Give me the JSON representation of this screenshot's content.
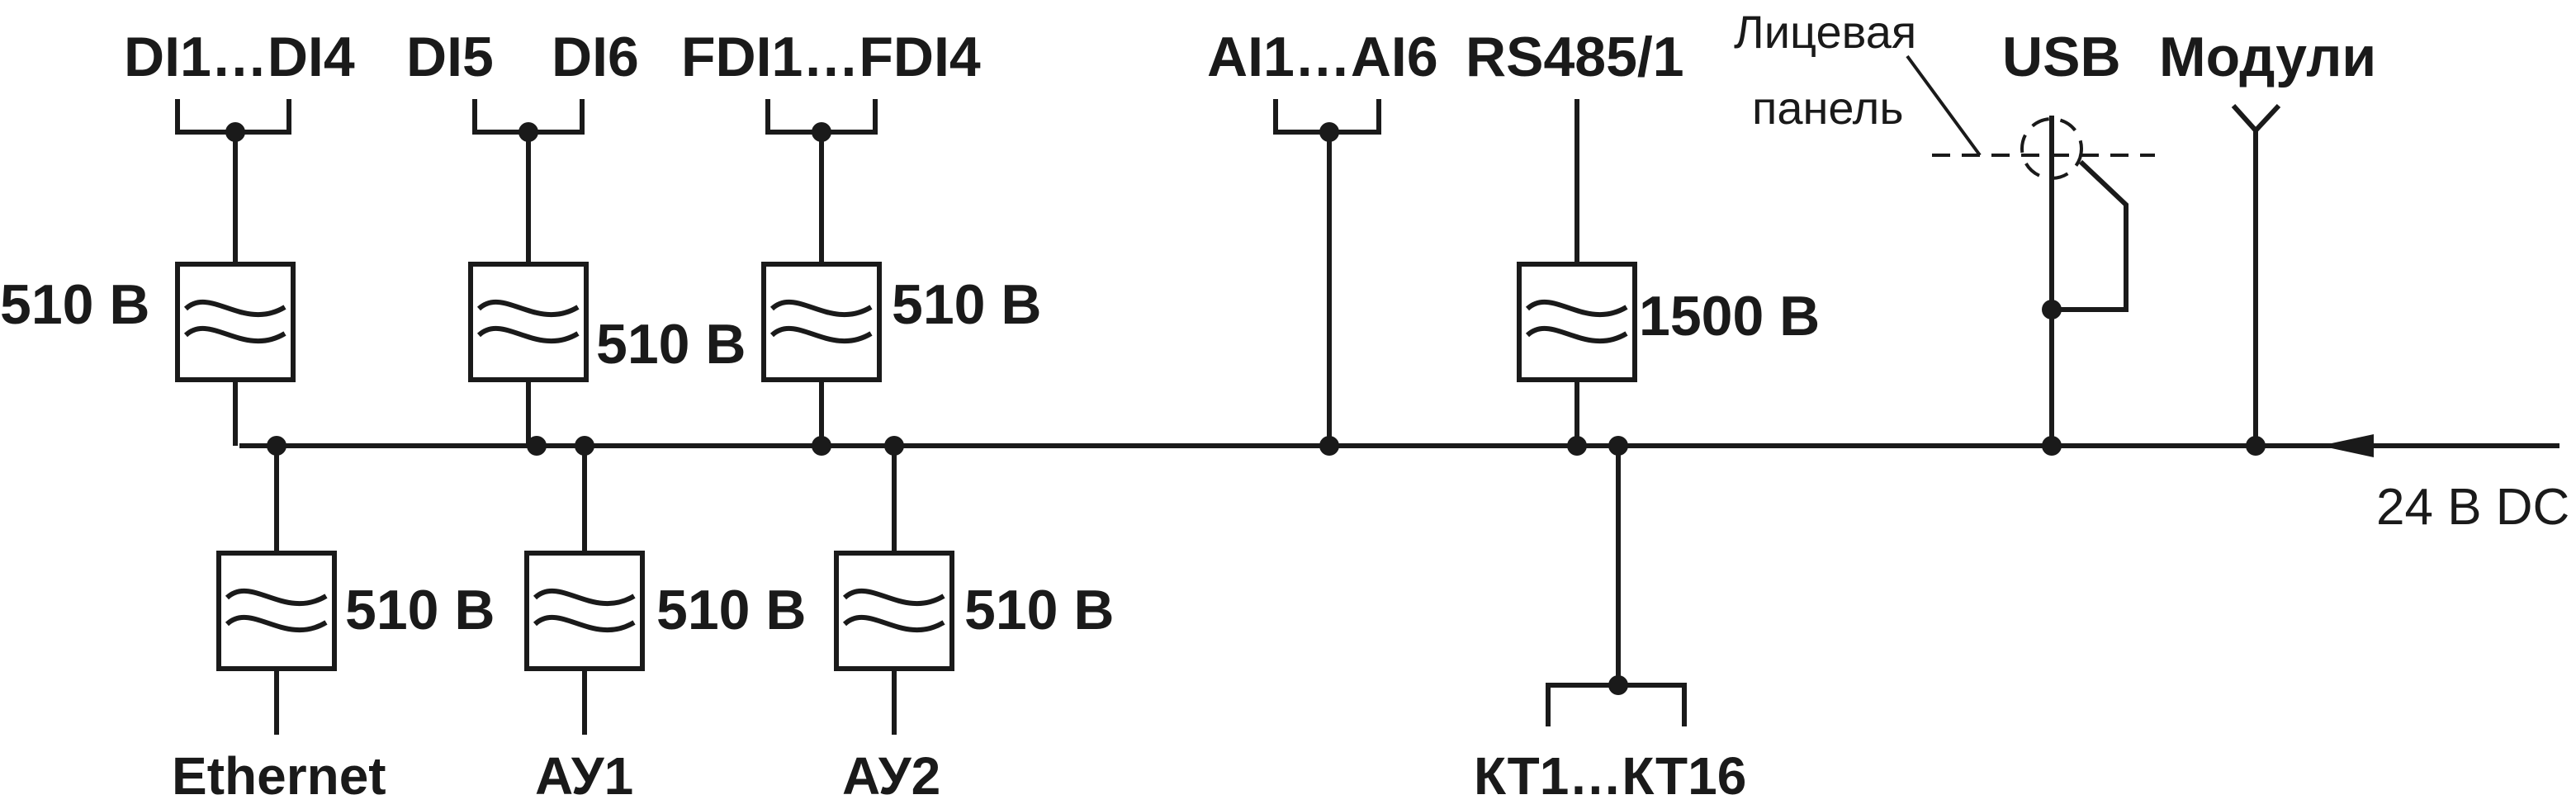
{
  "labels": {
    "di1_4": "DI1…DI4",
    "di5": "DI5",
    "di6": "DI6",
    "fdi1_4": "FDI1…FDI4",
    "ai1_6": "AI1…AI6",
    "rs485": "RS485/1",
    "face_panel_line1": "Лицевая",
    "face_panel_line2": "панель",
    "usb": "USB",
    "modules": "Модули",
    "power": "24 В DC",
    "ethernet": "Ethernet",
    "ay1": "АУ1",
    "ay2": "АУ2",
    "kt": "КТ1…КТ16"
  },
  "isolation": {
    "di1_4": "510 В",
    "di5_6": "510 В",
    "fdi": "510 В",
    "rs485": "1500 В",
    "ethernet": "510 В",
    "ay1": "510 В",
    "ay2": "510 В"
  }
}
